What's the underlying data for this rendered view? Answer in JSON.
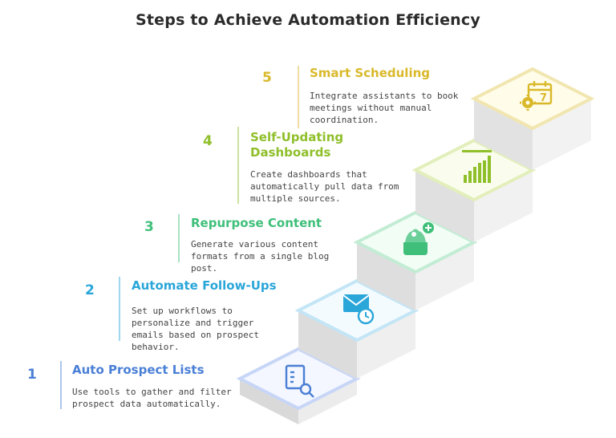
{
  "title": "Steps to Achieve Automation Efficiency",
  "colors": {
    "step1": "#4a7fd6",
    "step2": "#2aa6d9",
    "step3": "#3fbf7a",
    "step4": "#8fbf2a",
    "step5": "#d9b92a"
  },
  "steps": [
    {
      "number": "1",
      "title": "Auto Prospect Lists",
      "description": "Use tools to gather and filter prospect data automatically.",
      "icon": "document-search-icon"
    },
    {
      "number": "2",
      "title": "Automate Follow-Ups",
      "description": "Set up workflows to personalize and trigger emails based on prospect behavior.",
      "icon": "email-clock-icon"
    },
    {
      "number": "3",
      "title": "Repurpose Content",
      "description": "Generate various content formats from a single blog post.",
      "icon": "content-add-icon"
    },
    {
      "number": "4",
      "title": "Self-Updating Dashboards",
      "description": "Create dashboards that automatically pull data from multiple sources.",
      "icon": "bar-chart-icon"
    },
    {
      "number": "5",
      "title": "Smart Scheduling",
      "description": "Integrate assistants to book meetings without manual coordination.",
      "icon": "calendar-gear-icon"
    }
  ]
}
